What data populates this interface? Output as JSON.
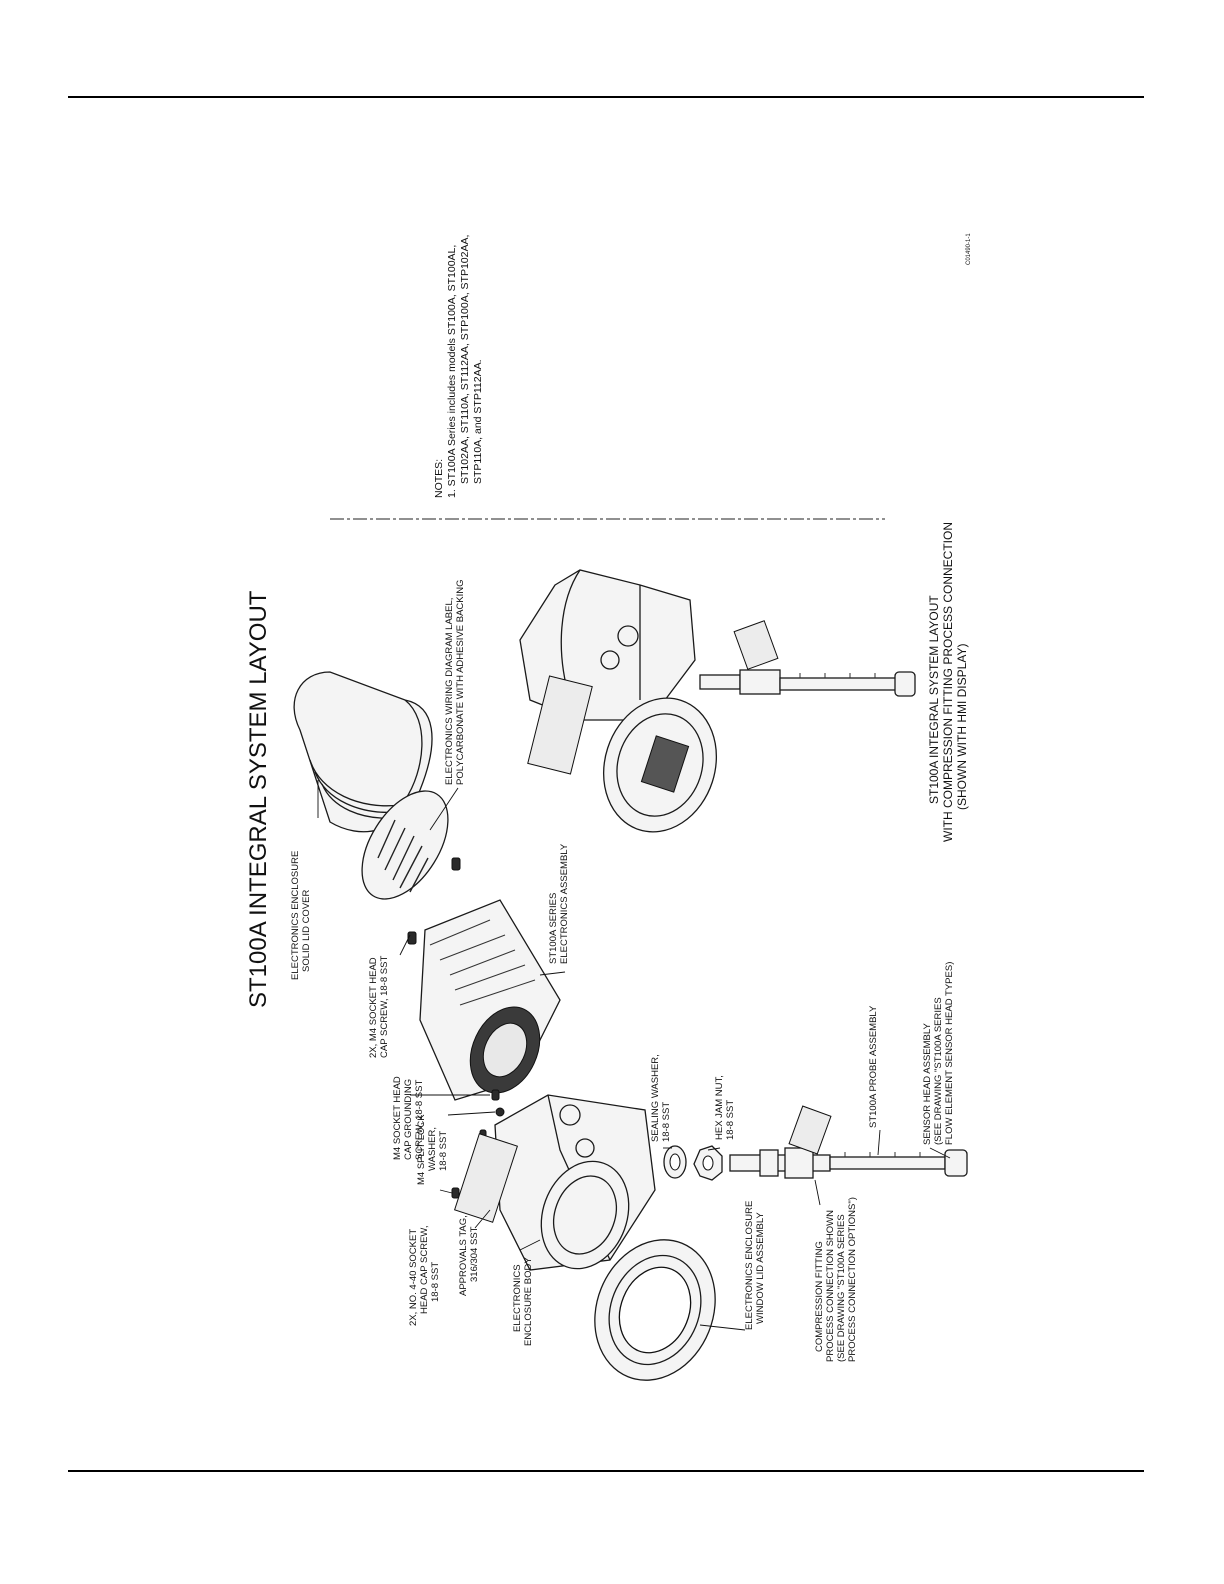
{
  "drawing": {
    "title": "ST100A INTEGRAL SYSTEM LAYOUT",
    "notes_heading": "NOTES:",
    "notes": [
      "1. ST100A Series includes models ST100A, ST100AL,",
      "ST102AA, ST110A, ST112AA, STP100A, STP102AA,",
      "STP110A, and STP112AA."
    ],
    "drawing_number": "C01490-1-1",
    "caption": [
      "ST100A INTEGRAL SYSTEM LAYOUT",
      "WITH COMPRESSION FITTING PROCESS CONNECTION",
      "(SHOWN WITH HMI DISPLAY)"
    ],
    "labels": {
      "solid_lid": [
        "ELECTRONICS ENCLOSURE",
        "SOLID LID COVER"
      ],
      "wiring_label": [
        "ELECTRONICS WIRING DIAGRAM LABEL,",
        "POLYCARBONATE WITH ADHESIVE BACKING"
      ],
      "m4_screw_2x": [
        "2X, M4 SOCKET HEAD",
        "CAP SCREW, 18-8 SST"
      ],
      "electronics_assembly": [
        "ST100A SERIES",
        "ELECTRONICS ASSEMBLY"
      ],
      "grounding_screw": [
        "M4 SOCKET HEAD",
        "CAP GROUNDING",
        "SCREW, 18-8 SST"
      ],
      "lock_washer": [
        "M4 SPLIT LOCK",
        "WASHER,",
        "18-8 SST"
      ],
      "socket_440": [
        "2X, NO. 4-40 SOCKET",
        "HEAD CAP SCREW,",
        "18-8 SST"
      ],
      "approvals_tag": [
        "APPROVALS TAG,",
        "316/304 SST"
      ],
      "enclosure_body": [
        "ELECTRONICS",
        "ENCLOSURE BODY"
      ],
      "sealing_washer": [
        "SEALING WASHER,",
        "18-8 SST"
      ],
      "hex_jam_nut": [
        "HEX JAM NUT,",
        "18-8 SST"
      ],
      "window_lid": [
        "ELECTRONICS ENCLOSURE",
        "WINDOW LID ASSEMBLY"
      ],
      "probe_assembly": [
        "ST100A PROBE ASSEMBLY"
      ],
      "sensor_head": [
        "SENSOR HEAD ASSEMBLY",
        "(SEE DRAWING \"ST100A SERIES",
        "FLOW ELEMENT SENSOR HEAD TYPES)"
      ],
      "compression_fitting": [
        "COMPRESSION FITTING",
        "PROCESS CONNECTION SHOWN",
        "(SEE DRAWING \"ST100A SERIES",
        "PROCESS CONNECTION OPTIONS\")"
      ]
    }
  }
}
